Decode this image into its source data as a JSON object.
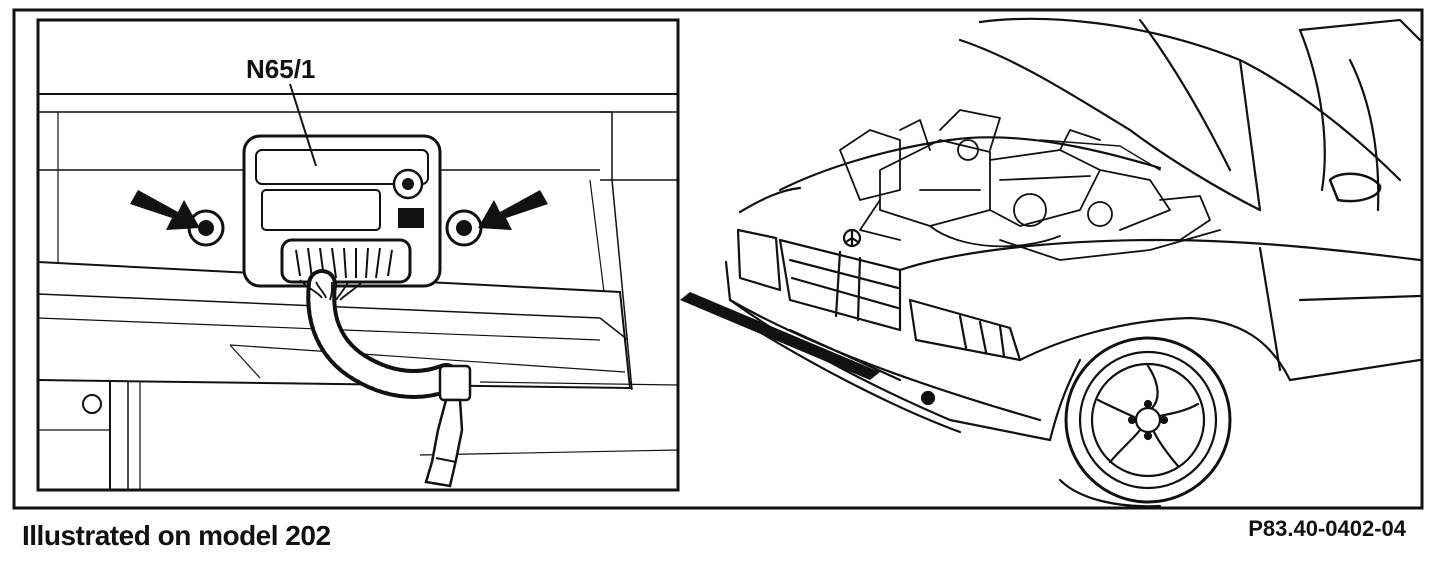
{
  "figure": {
    "component_label": "N65/1",
    "caption": "Illustrated on model 202",
    "reference_code": "P83.40-0402-04"
  }
}
